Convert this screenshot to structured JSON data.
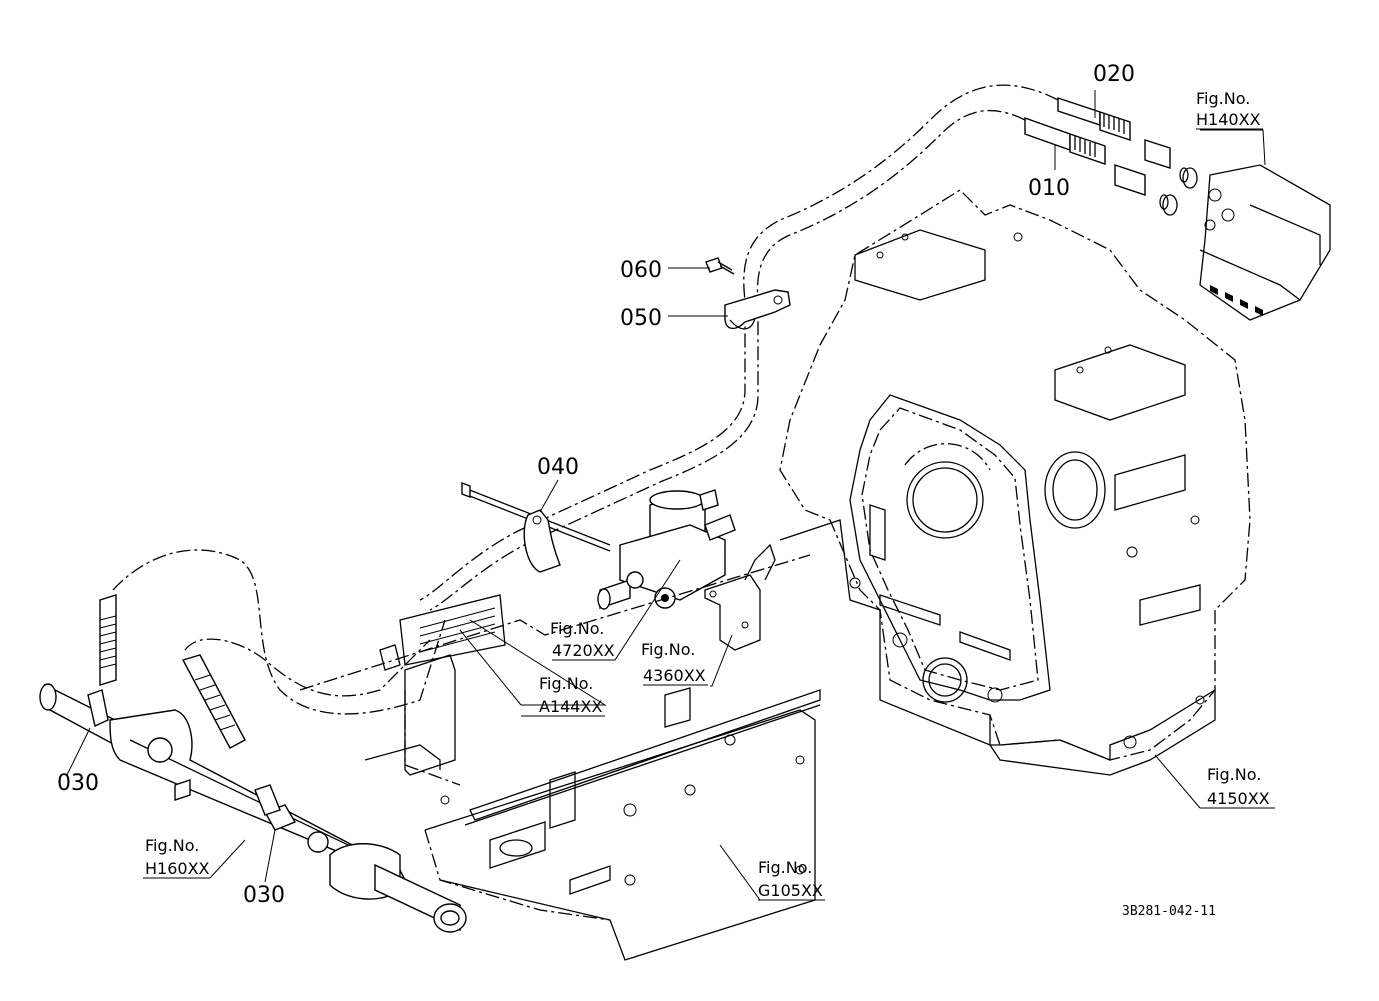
{
  "callouts": {
    "c010": "010",
    "c020": "020",
    "c030a": "030",
    "c030b": "030",
    "c040": "040",
    "c050": "050",
    "c060": "060"
  },
  "figure_refs": {
    "h140": {
      "prefix": "Fig.No.",
      "code": "H140XX"
    },
    "r4720": {
      "prefix": "Fig.No.",
      "code": "4720XX"
    },
    "r4360": {
      "prefix": "Fig.No.",
      "code": "4360XX"
    },
    "a144": {
      "prefix": "Fig.No.",
      "code": "A144XX"
    },
    "r4150": {
      "prefix": "Fig.No.",
      "code": "4150XX"
    },
    "h160": {
      "prefix": "Fig.No.",
      "code": "H160XX"
    },
    "g105": {
      "prefix": "Fig.No.",
      "code": "G105XX"
    }
  },
  "drawing_code": "3B281-042-11"
}
